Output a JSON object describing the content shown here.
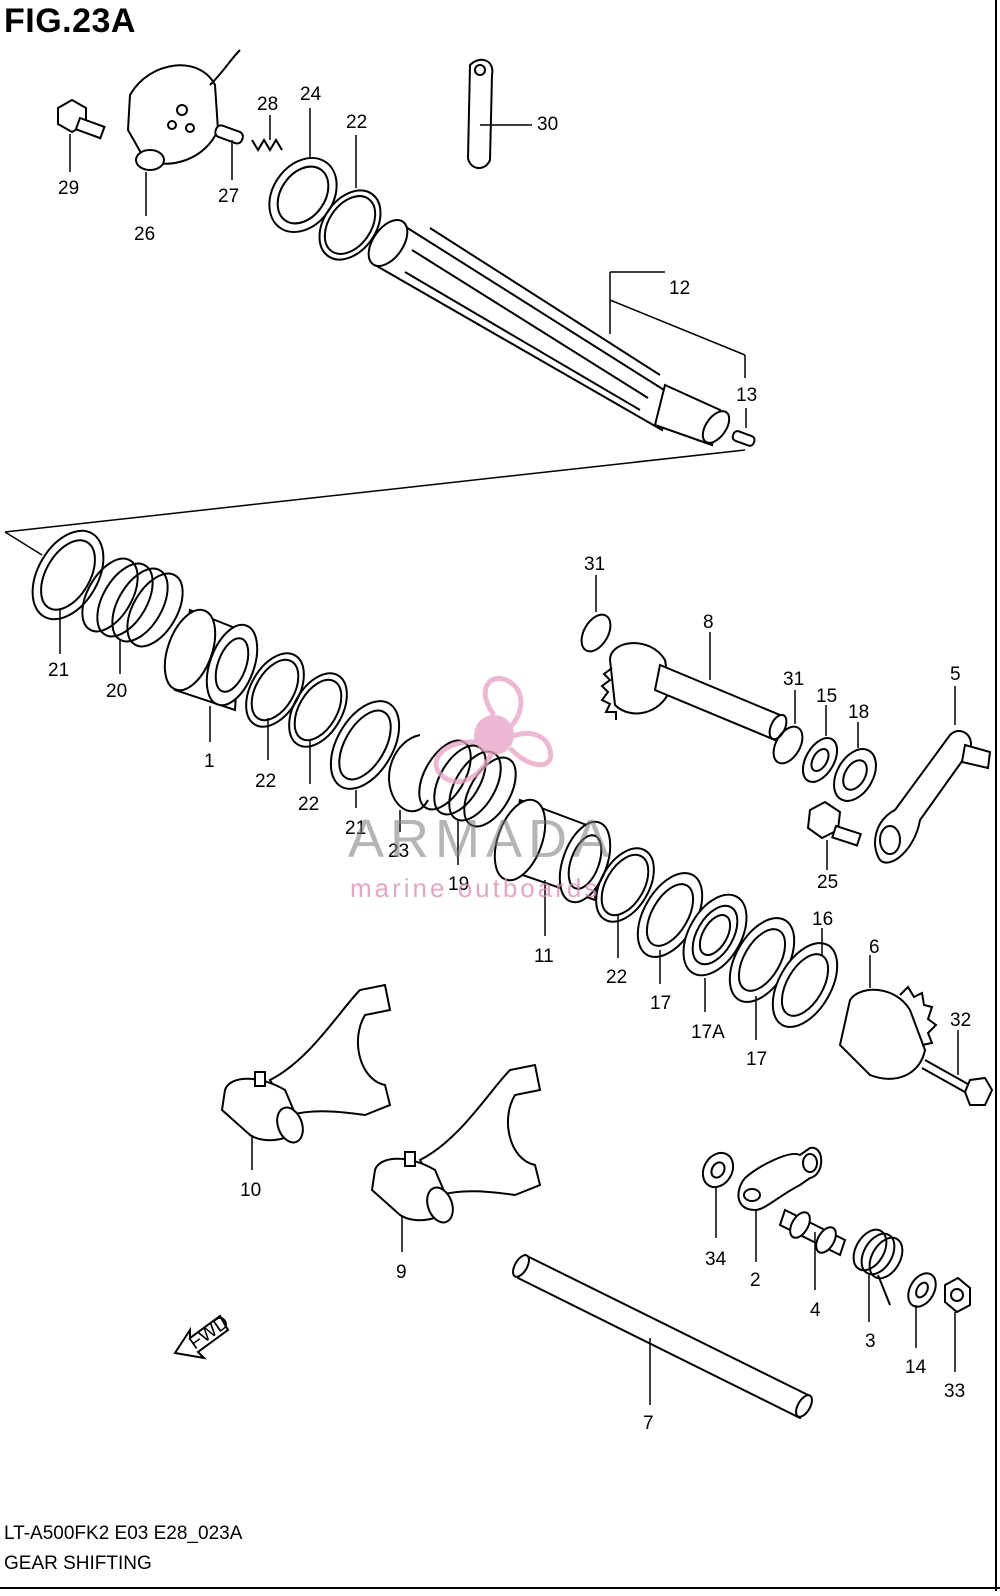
{
  "figure": {
    "title": "FIG.23A",
    "model_code": "LT-A500FK2 E03 E28_023A",
    "subtitle": "GEAR SHIFTING"
  },
  "watermark": {
    "brand": "ARMADA",
    "tagline": "marine outboards",
    "logo_color": "#e6a1c3"
  },
  "fwd_label": "FWD",
  "callouts": [
    "29",
    "26",
    "27",
    "28",
    "24",
    "22",
    "30",
    "12",
    "13",
    "21",
    "20",
    "1",
    "22",
    "22",
    "21",
    "23",
    "19",
    "11",
    "22",
    "31",
    "8",
    "31",
    "15",
    "18",
    "5",
    "25",
    "17",
    "17A",
    "17",
    "16",
    "6",
    "32",
    "10",
    "9",
    "34",
    "2",
    "4",
    "3",
    "14",
    "33",
    "7"
  ]
}
